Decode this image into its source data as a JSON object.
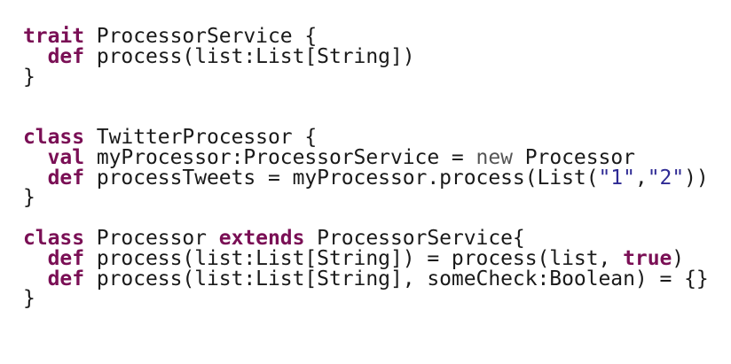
{
  "code": {
    "language": "scala",
    "colors": {
      "keyword": "#7a0f55",
      "new_keyword": "#555555",
      "string": "#2e2a94",
      "text": "#1a1a1a",
      "background": "#ffffff"
    },
    "lines": [
      [
        {
          "t": "kw",
          "v": "trait"
        },
        {
          "t": "",
          "v": " ProcessorService {"
        }
      ],
      [
        {
          "t": "",
          "v": "  "
        },
        {
          "t": "kw",
          "v": "def"
        },
        {
          "t": "",
          "v": " process(list:List[String])"
        }
      ],
      [
        {
          "t": "",
          "v": "}"
        }
      ],
      [],
      [],
      [
        {
          "t": "kw",
          "v": "class"
        },
        {
          "t": "",
          "v": " TwitterProcessor {"
        }
      ],
      [
        {
          "t": "",
          "v": "  "
        },
        {
          "t": "kw",
          "v": "val"
        },
        {
          "t": "",
          "v": " myProcessor:ProcessorService = "
        },
        {
          "t": "soft",
          "v": "new"
        },
        {
          "t": "",
          "v": " Processor"
        }
      ],
      [
        {
          "t": "",
          "v": "  "
        },
        {
          "t": "kw",
          "v": "def"
        },
        {
          "t": "",
          "v": " processTweets = myProcessor.process(List("
        },
        {
          "t": "str",
          "v": "\"1\""
        },
        {
          "t": "",
          "v": ","
        },
        {
          "t": "str",
          "v": "\"2\""
        },
        {
          "t": "",
          "v": "))"
        }
      ],
      [
        {
          "t": "",
          "v": "}"
        }
      ],
      [],
      [
        {
          "t": "kw",
          "v": "class"
        },
        {
          "t": "",
          "v": " Processor "
        },
        {
          "t": "kw",
          "v": "extends"
        },
        {
          "t": "",
          "v": " ProcessorService{"
        }
      ],
      [
        {
          "t": "",
          "v": "  "
        },
        {
          "t": "kw",
          "v": "def"
        },
        {
          "t": "",
          "v": " process(list:List[String]) = process(list, "
        },
        {
          "t": "kw",
          "v": "true"
        },
        {
          "t": "",
          "v": ")"
        }
      ],
      [
        {
          "t": "",
          "v": "  "
        },
        {
          "t": "kw",
          "v": "def"
        },
        {
          "t": "",
          "v": " process(list:List[String], someCheck:Boolean) = {}"
        }
      ],
      [
        {
          "t": "",
          "v": "}"
        }
      ]
    ]
  }
}
